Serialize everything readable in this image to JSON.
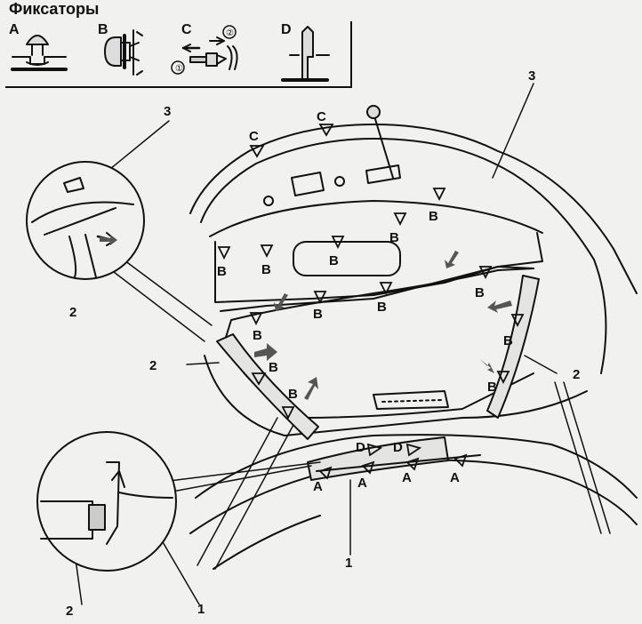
{
  "legend": {
    "title": "Фиксаторы",
    "letters": [
      "A",
      "B",
      "C",
      "D"
    ],
    "circled": [
      "①",
      "②"
    ]
  },
  "callouts": {
    "n1": "1",
    "n2": "2",
    "n3": "3"
  },
  "markers": {
    "a": "A",
    "b": "B",
    "c": "C",
    "d": "D"
  }
}
